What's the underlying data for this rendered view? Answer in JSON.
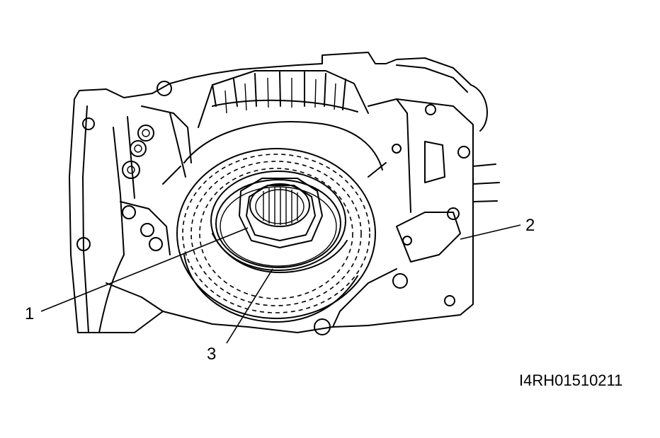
{
  "figure": {
    "callouts": [
      {
        "label": "1"
      },
      {
        "label": "2"
      },
      {
        "label": "3"
      }
    ],
    "figure_code": "I4RH01510211",
    "colors": {
      "ink": "#000000",
      "paper": "#ffffff"
    }
  }
}
